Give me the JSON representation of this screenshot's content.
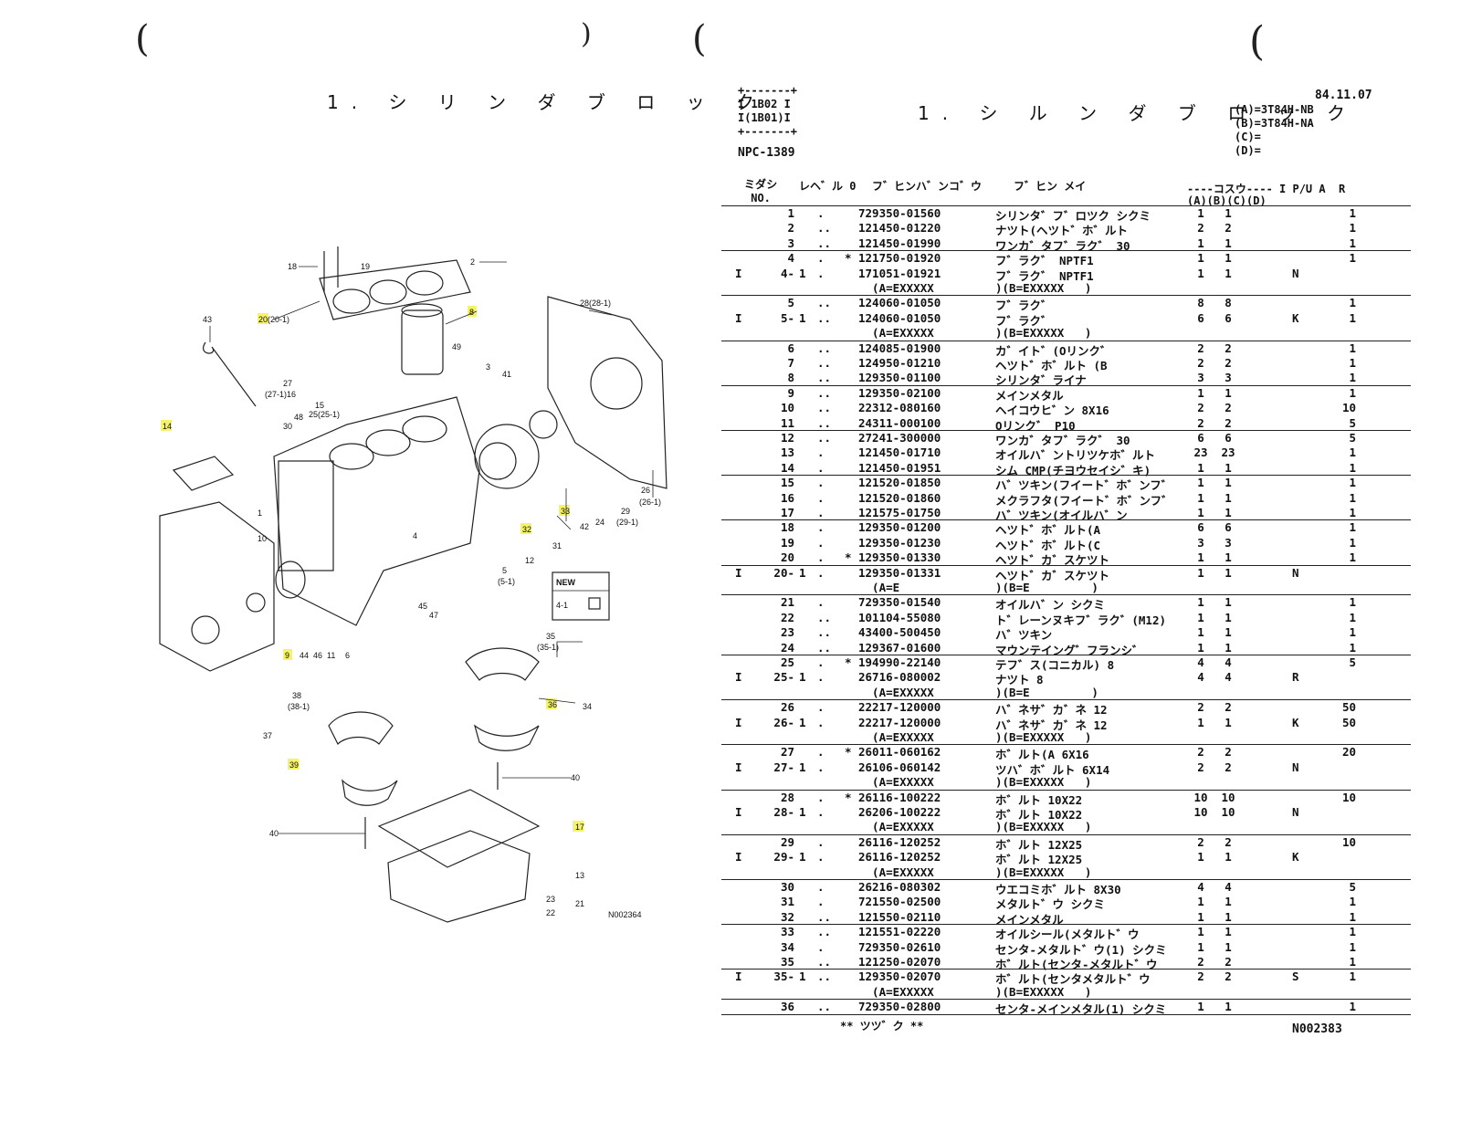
{
  "left_page": {
    "parens": [
      "(",
      ")"
    ],
    "title": "1. シ リ ン ダ ブ ロ ッ ク",
    "callouts": [
      "18",
      "19",
      "2",
      "20(20-1)",
      "8",
      "43",
      "27",
      "(27-1)16",
      "15",
      "25(25-1)",
      "49",
      "3",
      "41",
      "28(28-1)",
      "48",
      "30",
      "14",
      "1",
      "10",
      "4",
      "5",
      "(5-1)",
      "12",
      "32",
      "33",
      "31",
      "42",
      "24",
      "26",
      "(26-1)",
      "29",
      "(29-1)",
      "45",
      "47",
      "9",
      "44",
      "46",
      "11",
      "6",
      "35",
      "(35-1)",
      "38",
      "(38-1)",
      "37",
      "39",
      "36",
      "34",
      "40",
      "40",
      "17",
      "13",
      "23",
      "21",
      "22"
    ],
    "new_box": {
      "title": "NEW",
      "label": "4-1"
    },
    "figure_code": "N002364"
  },
  "right_page": {
    "parens": [
      "(",
      "(",
      "("
    ],
    "box": [
      "+-------+",
      "I 1B02 I",
      "I(1B01)I",
      "+-------+"
    ],
    "npc": "NPC-1389",
    "title": "1. シ ル ン ダ ブ ロ ッ ク",
    "date": "84.11.07",
    "models": [
      "(A)=3T84H-NB",
      "(B)=3T84H-NA",
      "(C)=",
      "(D)="
    ],
    "headers": {
      "no": "ミダシ\n NO.",
      "level": "レヘ゛ル 0",
      "part_no": "フ゛ヒンハ゛ンコ゛ウ",
      "name": "フ゛ヒン メイ",
      "qty": "----コスウ---- I P/U A  R",
      "qty_cols": "(A)(B)(C)(D)"
    },
    "rows": [
      {
        "i": "",
        "no": "1",
        "sub": "",
        "lv": ".",
        "star": "",
        "pn": "729350-01560",
        "name": "シリンタ゛フ゛ロツク シクミ",
        "a": "1",
        "b": "1",
        "i2": "",
        "pu": "1",
        "sep": false
      },
      {
        "i": "",
        "no": "2",
        "sub": "",
        "lv": "..",
        "star": "",
        "pn": "121450-01220",
        "name": "ナツト(ヘツト゛ホ゛ルト",
        "a": "2",
        "b": "2",
        "i2": "",
        "pu": "1",
        "sep": false
      },
      {
        "i": "",
        "no": "3",
        "sub": "",
        "lv": "..",
        "star": "",
        "pn": "121450-01990",
        "name": "ワンカ゛タフ゛ラク゛ 30",
        "a": "1",
        "b": "1",
        "i2": "",
        "pu": "1",
        "sep": true
      },
      {
        "i": "",
        "no": "4",
        "sub": "",
        "lv": ".",
        "star": "*",
        "pn": "121750-01920",
        "name": "フ゛ラク゛ NPTF1",
        "a": "1",
        "b": "1",
        "i2": "",
        "pu": "1",
        "sep": false
      },
      {
        "i": "I",
        "no": "4-",
        "sub": "1",
        "lv": ".",
        "star": "",
        "pn": "171051-01921",
        "name": "フ゛ラク゛ NPTF1",
        "a": "1",
        "b": "1",
        "i2": "N",
        "pu": "",
        "sep": false
      },
      {
        "i": "",
        "no": "",
        "sub": "",
        "lv": "",
        "star": "",
        "pn": "  (A=EXXXXX",
        "name": ")(B=EXXXXX   )",
        "a": "",
        "b": "",
        "i2": "",
        "pu": "",
        "sep": true
      },
      {
        "i": "",
        "no": "5",
        "sub": "",
        "lv": "..",
        "star": "",
        "pn": "124060-01050",
        "name": "フ゛ラク゛",
        "a": "8",
        "b": "8",
        "i2": "",
        "pu": "1",
        "sep": false
      },
      {
        "i": "I",
        "no": "5-",
        "sub": "1",
        "lv": "..",
        "star": "",
        "pn": "124060-01050",
        "name": "フ゛ラク゛",
        "a": "6",
        "b": "6",
        "i2": "K",
        "pu": "1",
        "sep": false
      },
      {
        "i": "",
        "no": "",
        "sub": "",
        "lv": "",
        "star": "",
        "pn": "  (A=EXXXXX",
        "name": ")(B=EXXXXX   )",
        "a": "",
        "b": "",
        "i2": "",
        "pu": "",
        "sep": true
      },
      {
        "i": "",
        "no": "6",
        "sub": "",
        "lv": "..",
        "star": "",
        "pn": "124085-01900",
        "name": "カ゛イト゛(Oリンク゛",
        "a": "2",
        "b": "2",
        "i2": "",
        "pu": "1",
        "sep": false
      },
      {
        "i": "",
        "no": "7",
        "sub": "",
        "lv": "..",
        "star": "",
        "pn": "124950-01210",
        "name": "ヘツト゛ホ゛ルト (B",
        "a": "2",
        "b": "2",
        "i2": "",
        "pu": "1",
        "sep": false
      },
      {
        "i": "",
        "no": "8",
        "sub": "",
        "lv": "..",
        "star": "",
        "pn": "129350-01100",
        "name": "シリンタ゛ライナ",
        "a": "3",
        "b": "3",
        "i2": "",
        "pu": "1",
        "sep": true
      },
      {
        "i": "",
        "no": "9",
        "sub": "",
        "lv": "..",
        "star": "",
        "pn": "129350-02100",
        "name": "メインメタル",
        "a": "1",
        "b": "1",
        "i2": "",
        "pu": "1",
        "sep": false
      },
      {
        "i": "",
        "no": "10",
        "sub": "",
        "lv": "..",
        "star": "",
        "pn": "22312-080160",
        "name": "ヘイコウヒ゛ン 8X16",
        "a": "2",
        "b": "2",
        "i2": "",
        "pu": "10",
        "sep": false
      },
      {
        "i": "",
        "no": "11",
        "sub": "",
        "lv": "..",
        "star": "",
        "pn": "24311-000100",
        "name": "Oリンク゛ P10",
        "a": "2",
        "b": "2",
        "i2": "",
        "pu": "5",
        "sep": true
      },
      {
        "i": "",
        "no": "12",
        "sub": "",
        "lv": "..",
        "star": "",
        "pn": "27241-300000",
        "name": "ワンカ゛タフ゛ラク゛ 30",
        "a": "6",
        "b": "6",
        "i2": "",
        "pu": "5",
        "sep": false
      },
      {
        "i": "",
        "no": "13",
        "sub": "",
        "lv": ".",
        "star": "",
        "pn": "121450-01710",
        "name": "オイルハ゛ントリツケホ゛ルト",
        "a": "23",
        "b": "23",
        "i2": "",
        "pu": "1",
        "sep": false
      },
      {
        "i": "",
        "no": "14",
        "sub": "",
        "lv": ".",
        "star": "",
        "pn": "121450-01951",
        "name": "シム CMP(チヨウセイシ゛キ)",
        "a": "1",
        "b": "1",
        "i2": "",
        "pu": "1",
        "sep": true
      },
      {
        "i": "",
        "no": "15",
        "sub": "",
        "lv": ".",
        "star": "",
        "pn": "121520-01850",
        "name": "ハ゛ツキン(フイート゛ホ゛ンフ゛",
        "a": "1",
        "b": "1",
        "i2": "",
        "pu": "1",
        "sep": false
      },
      {
        "i": "",
        "no": "16",
        "sub": "",
        "lv": ".",
        "star": "",
        "pn": "121520-01860",
        "name": "メクラフタ(フイート゛ホ゛ンフ゛",
        "a": "1",
        "b": "1",
        "i2": "",
        "pu": "1",
        "sep": false
      },
      {
        "i": "",
        "no": "17",
        "sub": "",
        "lv": ".",
        "star": "",
        "pn": "121575-01750",
        "name": "ハ゛ツキン(オイルハ゛ン",
        "a": "1",
        "b": "1",
        "i2": "",
        "pu": "1",
        "sep": true
      },
      {
        "i": "",
        "no": "18",
        "sub": "",
        "lv": ".",
        "star": "",
        "pn": "129350-01200",
        "name": "ヘツト゛ホ゛ルト(A",
        "a": "6",
        "b": "6",
        "i2": "",
        "pu": "1",
        "sep": false
      },
      {
        "i": "",
        "no": "19",
        "sub": "",
        "lv": ".",
        "star": "",
        "pn": "129350-01230",
        "name": "ヘツト゛ホ゛ルト(C",
        "a": "3",
        "b": "3",
        "i2": "",
        "pu": "1",
        "sep": false
      },
      {
        "i": "",
        "no": "20",
        "sub": "",
        "lv": ".",
        "star": "*",
        "pn": "129350-01330",
        "name": "ヘツト゛カ゛スケツト",
        "a": "1",
        "b": "1",
        "i2": "",
        "pu": "1",
        "sep": true
      },
      {
        "i": "I",
        "no": "20-",
        "sub": "1",
        "lv": ".",
        "star": "",
        "pn": "129350-01331",
        "name": "ヘツト゛カ゛スケツト",
        "a": "1",
        "b": "1",
        "i2": "N",
        "pu": "",
        "sep": false
      },
      {
        "i": "",
        "no": "",
        "sub": "",
        "lv": "",
        "star": "",
        "pn": "  (A=E",
        "name": ")(B=E         )",
        "a": "",
        "b": "",
        "i2": "",
        "pu": "",
        "sep": true
      },
      {
        "i": "",
        "no": "21",
        "sub": "",
        "lv": ".",
        "star": "",
        "pn": "729350-01540",
        "name": "オイルハ゛ン シクミ",
        "a": "1",
        "b": "1",
        "i2": "",
        "pu": "1",
        "sep": false
      },
      {
        "i": "",
        "no": "22",
        "sub": "",
        "lv": "..",
        "star": "",
        "pn": "101104-55080",
        "name": "ト゛レーンヌキフ゛ラク゛(M12)",
        "a": "1",
        "b": "1",
        "i2": "",
        "pu": "1",
        "sep": false
      },
      {
        "i": "",
        "no": "23",
        "sub": "",
        "lv": "..",
        "star": "",
        "pn": "43400-500450",
        "name": "ハ゛ツキン",
        "a": "1",
        "b": "1",
        "i2": "",
        "pu": "1",
        "sep": false
      },
      {
        "i": "",
        "no": "24",
        "sub": "",
        "lv": "..",
        "star": "",
        "pn": "129367-01600",
        "name": "マウンテイング゛フランシ゛",
        "a": "1",
        "b": "1",
        "i2": "",
        "pu": "1",
        "sep": true
      },
      {
        "i": "",
        "no": "25",
        "sub": "",
        "lv": ".",
        "star": "*",
        "pn": "194990-22140",
        "name": "テフ゛ス(コニカル) 8",
        "a": "4",
        "b": "4",
        "i2": "",
        "pu": "5",
        "sep": false
      },
      {
        "i": "I",
        "no": "25-",
        "sub": "1",
        "lv": ".",
        "star": "",
        "pn": "26716-080002",
        "name": "ナツト 8",
        "a": "4",
        "b": "4",
        "i2": "R",
        "pu": "",
        "sep": false
      },
      {
        "i": "",
        "no": "",
        "sub": "",
        "lv": "",
        "star": "",
        "pn": "  (A=EXXXXX",
        "name": ")(B=E         )",
        "a": "",
        "b": "",
        "i2": "",
        "pu": "",
        "sep": true
      },
      {
        "i": "",
        "no": "26",
        "sub": "",
        "lv": ".",
        "star": "",
        "pn": "22217-120000",
        "name": "ハ゛ネサ゛カ゛ネ 12",
        "a": "2",
        "b": "2",
        "i2": "",
        "pu": "50",
        "sep": false
      },
      {
        "i": "I",
        "no": "26-",
        "sub": "1",
        "lv": ".",
        "star": "",
        "pn": "22217-120000",
        "name": "ハ゛ネサ゛カ゛ネ 12",
        "a": "1",
        "b": "1",
        "i2": "K",
        "pu": "50",
        "sep": false
      },
      {
        "i": "",
        "no": "",
        "sub": "",
        "lv": "",
        "star": "",
        "pn": "  (A=EXXXXX",
        "name": ")(B=EXXXXX   )",
        "a": "",
        "b": "",
        "i2": "",
        "pu": "",
        "sep": true
      },
      {
        "i": "",
        "no": "27",
        "sub": "",
        "lv": ".",
        "star": "*",
        "pn": "26011-060162",
        "name": "ホ゛ルト(A 6X16",
        "a": "2",
        "b": "2",
        "i2": "",
        "pu": "20",
        "sep": false
      },
      {
        "i": "I",
        "no": "27-",
        "sub": "1",
        "lv": ".",
        "star": "",
        "pn": "26106-060142",
        "name": "ツハ゛ホ゛ルト 6X14",
        "a": "2",
        "b": "2",
        "i2": "N",
        "pu": "",
        "sep": false
      },
      {
        "i": "",
        "no": "",
        "sub": "",
        "lv": "",
        "star": "",
        "pn": "  (A=EXXXXX",
        "name": ")(B=EXXXXX   )",
        "a": "",
        "b": "",
        "i2": "",
        "pu": "",
        "sep": true
      },
      {
        "i": "",
        "no": "28",
        "sub": "",
        "lv": ".",
        "star": "*",
        "pn": "26116-100222",
        "name": "ホ゛ルト 10X22",
        "a": "10",
        "b": "10",
        "i2": "",
        "pu": "10",
        "sep": false
      },
      {
        "i": "I",
        "no": "28-",
        "sub": "1",
        "lv": ".",
        "star": "",
        "pn": "26206-100222",
        "name": "ホ゛ルト 10X22",
        "a": "10",
        "b": "10",
        "i2": "N",
        "pu": "",
        "sep": false
      },
      {
        "i": "",
        "no": "",
        "sub": "",
        "lv": "",
        "star": "",
        "pn": "  (A=EXXXXX",
        "name": ")(B=EXXXXX   )",
        "a": "",
        "b": "",
        "i2": "",
        "pu": "",
        "sep": true
      },
      {
        "i": "",
        "no": "29",
        "sub": "",
        "lv": ".",
        "star": "",
        "pn": "26116-120252",
        "name": "ホ゛ルト 12X25",
        "a": "2",
        "b": "2",
        "i2": "",
        "pu": "10",
        "sep": false
      },
      {
        "i": "I",
        "no": "29-",
        "sub": "1",
        "lv": ".",
        "star": "",
        "pn": "26116-120252",
        "name": "ホ゛ルト 12X25",
        "a": "1",
        "b": "1",
        "i2": "K",
        "pu": "",
        "sep": false
      },
      {
        "i": "",
        "no": "",
        "sub": "",
        "lv": "",
        "star": "",
        "pn": "  (A=EXXXXX",
        "name": ")(B=EXXXXX   )",
        "a": "",
        "b": "",
        "i2": "",
        "pu": "",
        "sep": true
      },
      {
        "i": "",
        "no": "30",
        "sub": "",
        "lv": ".",
        "star": "",
        "pn": "26216-080302",
        "name": "ウエコミホ゛ルト 8X30",
        "a": "4",
        "b": "4",
        "i2": "",
        "pu": "5",
        "sep": false
      },
      {
        "i": "",
        "no": "31",
        "sub": "",
        "lv": ".",
        "star": "",
        "pn": "721550-02500",
        "name": "メタルト゛ウ シクミ",
        "a": "1",
        "b": "1",
        "i2": "",
        "pu": "1",
        "sep": false
      },
      {
        "i": "",
        "no": "32",
        "sub": "",
        "lv": "..",
        "star": "",
        "pn": "121550-02110",
        "name": "メインメタル",
        "a": "1",
        "b": "1",
        "i2": "",
        "pu": "1",
        "sep": true
      },
      {
        "i": "",
        "no": "33",
        "sub": "",
        "lv": "..",
        "star": "",
        "pn": "121551-02220",
        "name": "オイルシール(メタルト゛ウ",
        "a": "1",
        "b": "1",
        "i2": "",
        "pu": "1",
        "sep": false
      },
      {
        "i": "",
        "no": "34",
        "sub": "",
        "lv": ".",
        "star": "",
        "pn": "729350-02610",
        "name": "センタ-メタルト゛ウ(1) シクミ",
        "a": "1",
        "b": "1",
        "i2": "",
        "pu": "1",
        "sep": false
      },
      {
        "i": "",
        "no": "35",
        "sub": "",
        "lv": "..",
        "star": "",
        "pn": "121250-02070",
        "name": "ホ゛ルト(センタ-メタルト゛ウ",
        "a": "2",
        "b": "2",
        "i2": "",
        "pu": "1",
        "sep": true
      },
      {
        "i": "I",
        "no": "35-",
        "sub": "1",
        "lv": "..",
        "star": "",
        "pn": "129350-02070",
        "name": "ホ゛ルト(センタメタルト゛ウ",
        "a": "2",
        "b": "2",
        "i2": "S",
        "pu": "1",
        "sep": false
      },
      {
        "i": "",
        "no": "",
        "sub": "",
        "lv": "",
        "star": "",
        "pn": "  (A=EXXXXX",
        "name": ")(B=EXXXXX   )",
        "a": "",
        "b": "",
        "i2": "",
        "pu": "",
        "sep": true
      },
      {
        "i": "",
        "no": "36",
        "sub": "",
        "lv": "..",
        "star": "",
        "pn": "729350-02800",
        "name": "センタ-メインメタル(1) シクミ",
        "a": "1",
        "b": "1",
        "i2": "",
        "pu": "1",
        "sep": true
      }
    ],
    "footer_note": "** ツツ゛ク **",
    "footer_code": "N002383"
  }
}
